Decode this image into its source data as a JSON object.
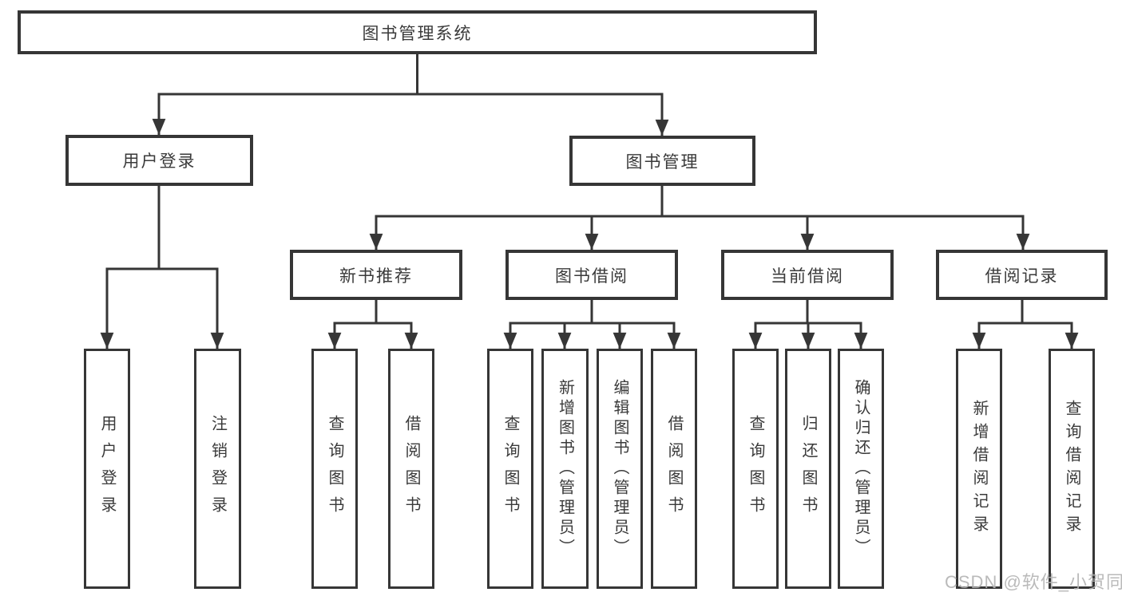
{
  "diagram": {
    "title": "图书管理系统",
    "watermark": "CSDN @软件_小贺同学",
    "colors": {
      "line": "#363636",
      "border": "#363636",
      "text": "#3a3a3a",
      "background": "#ffffff",
      "watermark": "#b3b3b3"
    },
    "nodes": {
      "root": {
        "label": "图书管理系统"
      },
      "user_login": {
        "label": "用户登录"
      },
      "book_mgmt": {
        "label": "图书管理"
      },
      "new_book_rec": {
        "label": "新书推荐"
      },
      "book_borrow": {
        "label": "图书借阅"
      },
      "current_borrow": {
        "label": "当前借阅"
      },
      "borrow_record": {
        "label": "借阅记录"
      },
      "user_login_leaf": {
        "label": "用户登录"
      },
      "logout": {
        "label": "注销登录"
      },
      "query_book_1": {
        "label": "查询图书"
      },
      "borrow_book_1": {
        "label": "借阅图书"
      },
      "query_book_2": {
        "label": "查询图书"
      },
      "add_book": {
        "label": "新增图书（管理员）"
      },
      "edit_book": {
        "label": "编辑图书（管理员）"
      },
      "borrow_book_2": {
        "label": "借阅图书"
      },
      "query_book_3": {
        "label": "查询图书"
      },
      "return_book": {
        "label": "归还图书"
      },
      "confirm_return": {
        "label": "确认归还（管理员）"
      },
      "add_borrow_record": {
        "label": "新增借阅记录"
      },
      "query_borrow_record": {
        "label": "查询借阅记录"
      }
    }
  }
}
